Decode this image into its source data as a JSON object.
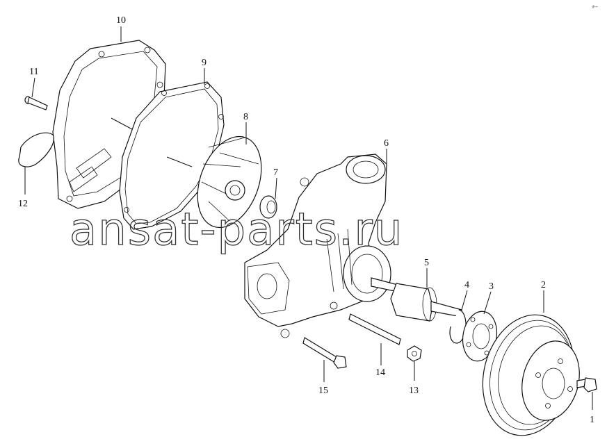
{
  "watermark": "ansat-parts.ru",
  "corner_mark": "r--",
  "labels": [
    {
      "id": "1",
      "text": "1"
    },
    {
      "id": "2",
      "text": "2"
    },
    {
      "id": "3",
      "text": "3"
    },
    {
      "id": "4",
      "text": "4"
    },
    {
      "id": "5",
      "text": "5"
    },
    {
      "id": "6",
      "text": "6"
    },
    {
      "id": "7",
      "text": "7"
    },
    {
      "id": "8",
      "text": "8"
    },
    {
      "id": "9",
      "text": "9"
    },
    {
      "id": "10",
      "text": "10"
    },
    {
      "id": "11",
      "text": "11"
    },
    {
      "id": "12",
      "text": "12"
    },
    {
      "id": "13",
      "text": "13"
    },
    {
      "id": "14",
      "text": "14"
    },
    {
      "id": "15",
      "text": "15"
    }
  ]
}
